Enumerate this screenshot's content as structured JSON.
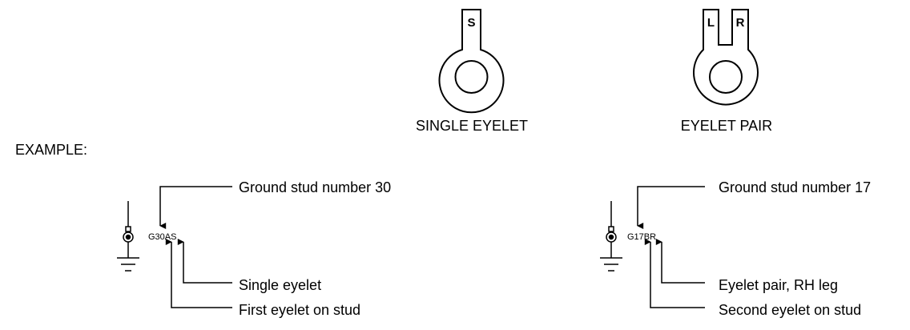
{
  "title_example": "EXAMPLE:",
  "eyelets": {
    "single": {
      "caption": "SINGLE EYELET",
      "tab_letter": "S"
    },
    "pair": {
      "caption": "EYELET PAIR",
      "tab_left": "L",
      "tab_right": "R"
    }
  },
  "examples": [
    {
      "code": "G30AS",
      "labels": {
        "stud": "Ground stud number 30",
        "type": "Single eyelet",
        "position": "First eyelet on stud"
      }
    },
    {
      "code": "G17BR",
      "labels": {
        "stud": "Ground stud number 17",
        "type": "Eyelet pair, RH leg",
        "position": "Second eyelet on stud"
      }
    }
  ],
  "colors": {
    "ink": "#000000",
    "background": "#ffffff"
  }
}
